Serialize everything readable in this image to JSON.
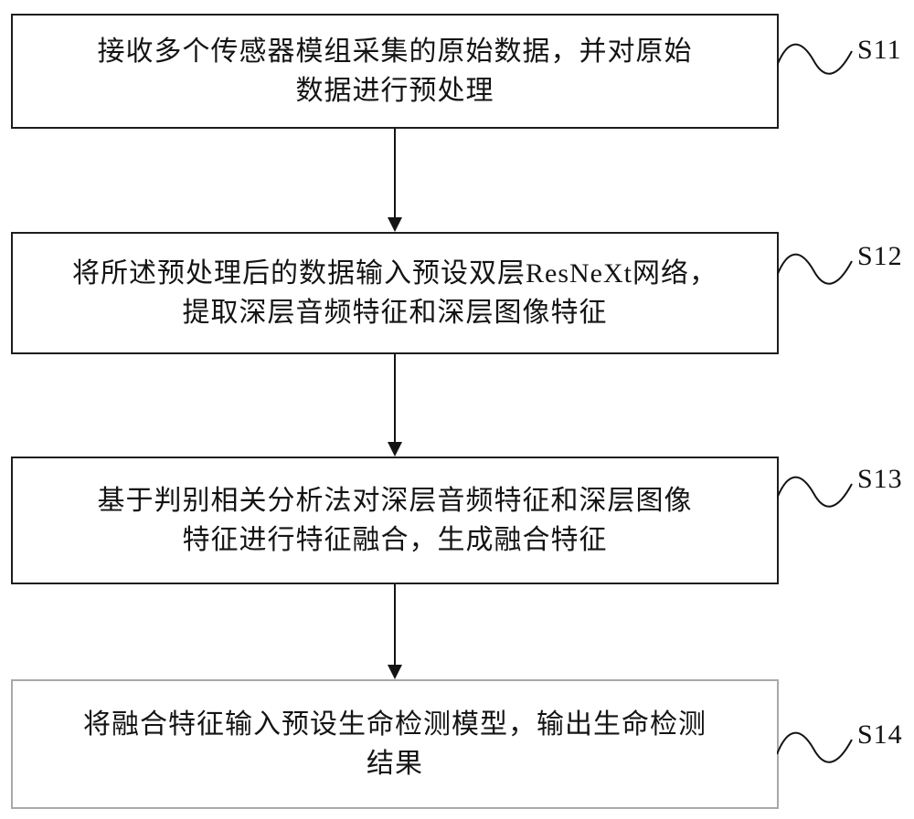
{
  "steps": [
    {
      "id": "S11",
      "line1": "接收多个传感器模组采集的原始数据，并对原始",
      "line2": "数据进行预处理"
    },
    {
      "id": "S12",
      "line1": "将所述预处理后的数据输入预设双层ResNeXt网络，",
      "line2": "提取深层音频特征和深层图像特征"
    },
    {
      "id": "S13",
      "line1": "基于判别相关分析法对深层音频特征和深层图像",
      "line2": "特征进行特征融合，生成融合特征"
    },
    {
      "id": "S14",
      "line1": "将融合特征输入预设生命检测模型，输出生命检测",
      "line2": "结果"
    }
  ],
  "colors": {
    "stroke": "#141414",
    "light_box_border": "#a9a9a9",
    "background": "#ffffff"
  }
}
